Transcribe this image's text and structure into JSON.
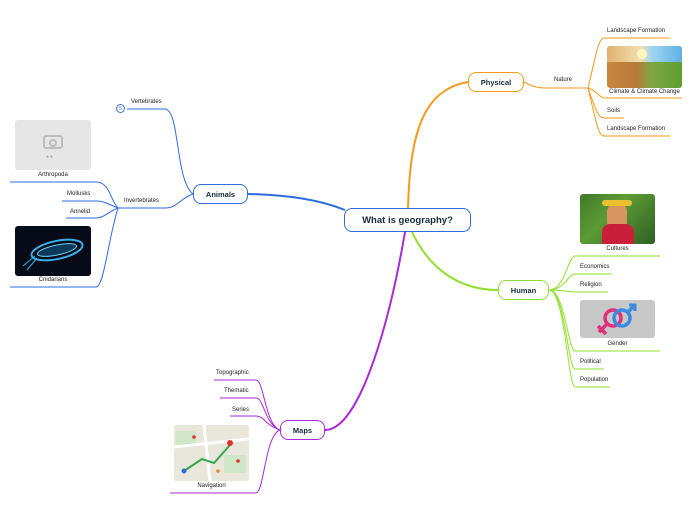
{
  "central": "What is geography?",
  "colors": {
    "animals": "#2d6cdf",
    "physical": "#f39a1c",
    "human": "#8fe02c",
    "maps": "#a82ad8"
  },
  "physical": {
    "label": "Physical",
    "nature": "Nature",
    "items": [
      "Landscape Formation",
      "Climate & Climate Change",
      "Soils",
      "Landscape Formation"
    ]
  },
  "human": {
    "label": "Human",
    "items": [
      "Cultures",
      "Economics",
      "Religion",
      "Gender",
      "Political",
      "Population"
    ]
  },
  "animals": {
    "label": "Animals",
    "vertebrates": "Vertebrates",
    "vertebrates_count": "5",
    "invertebrates": "Invertebrates",
    "items": [
      "Arthropoda",
      "Mollusks",
      "Annelid",
      "Cnidarians"
    ]
  },
  "maps": {
    "label": "Maps",
    "items": [
      "Topographic",
      "Thematic",
      "Series",
      "Navigation"
    ]
  }
}
